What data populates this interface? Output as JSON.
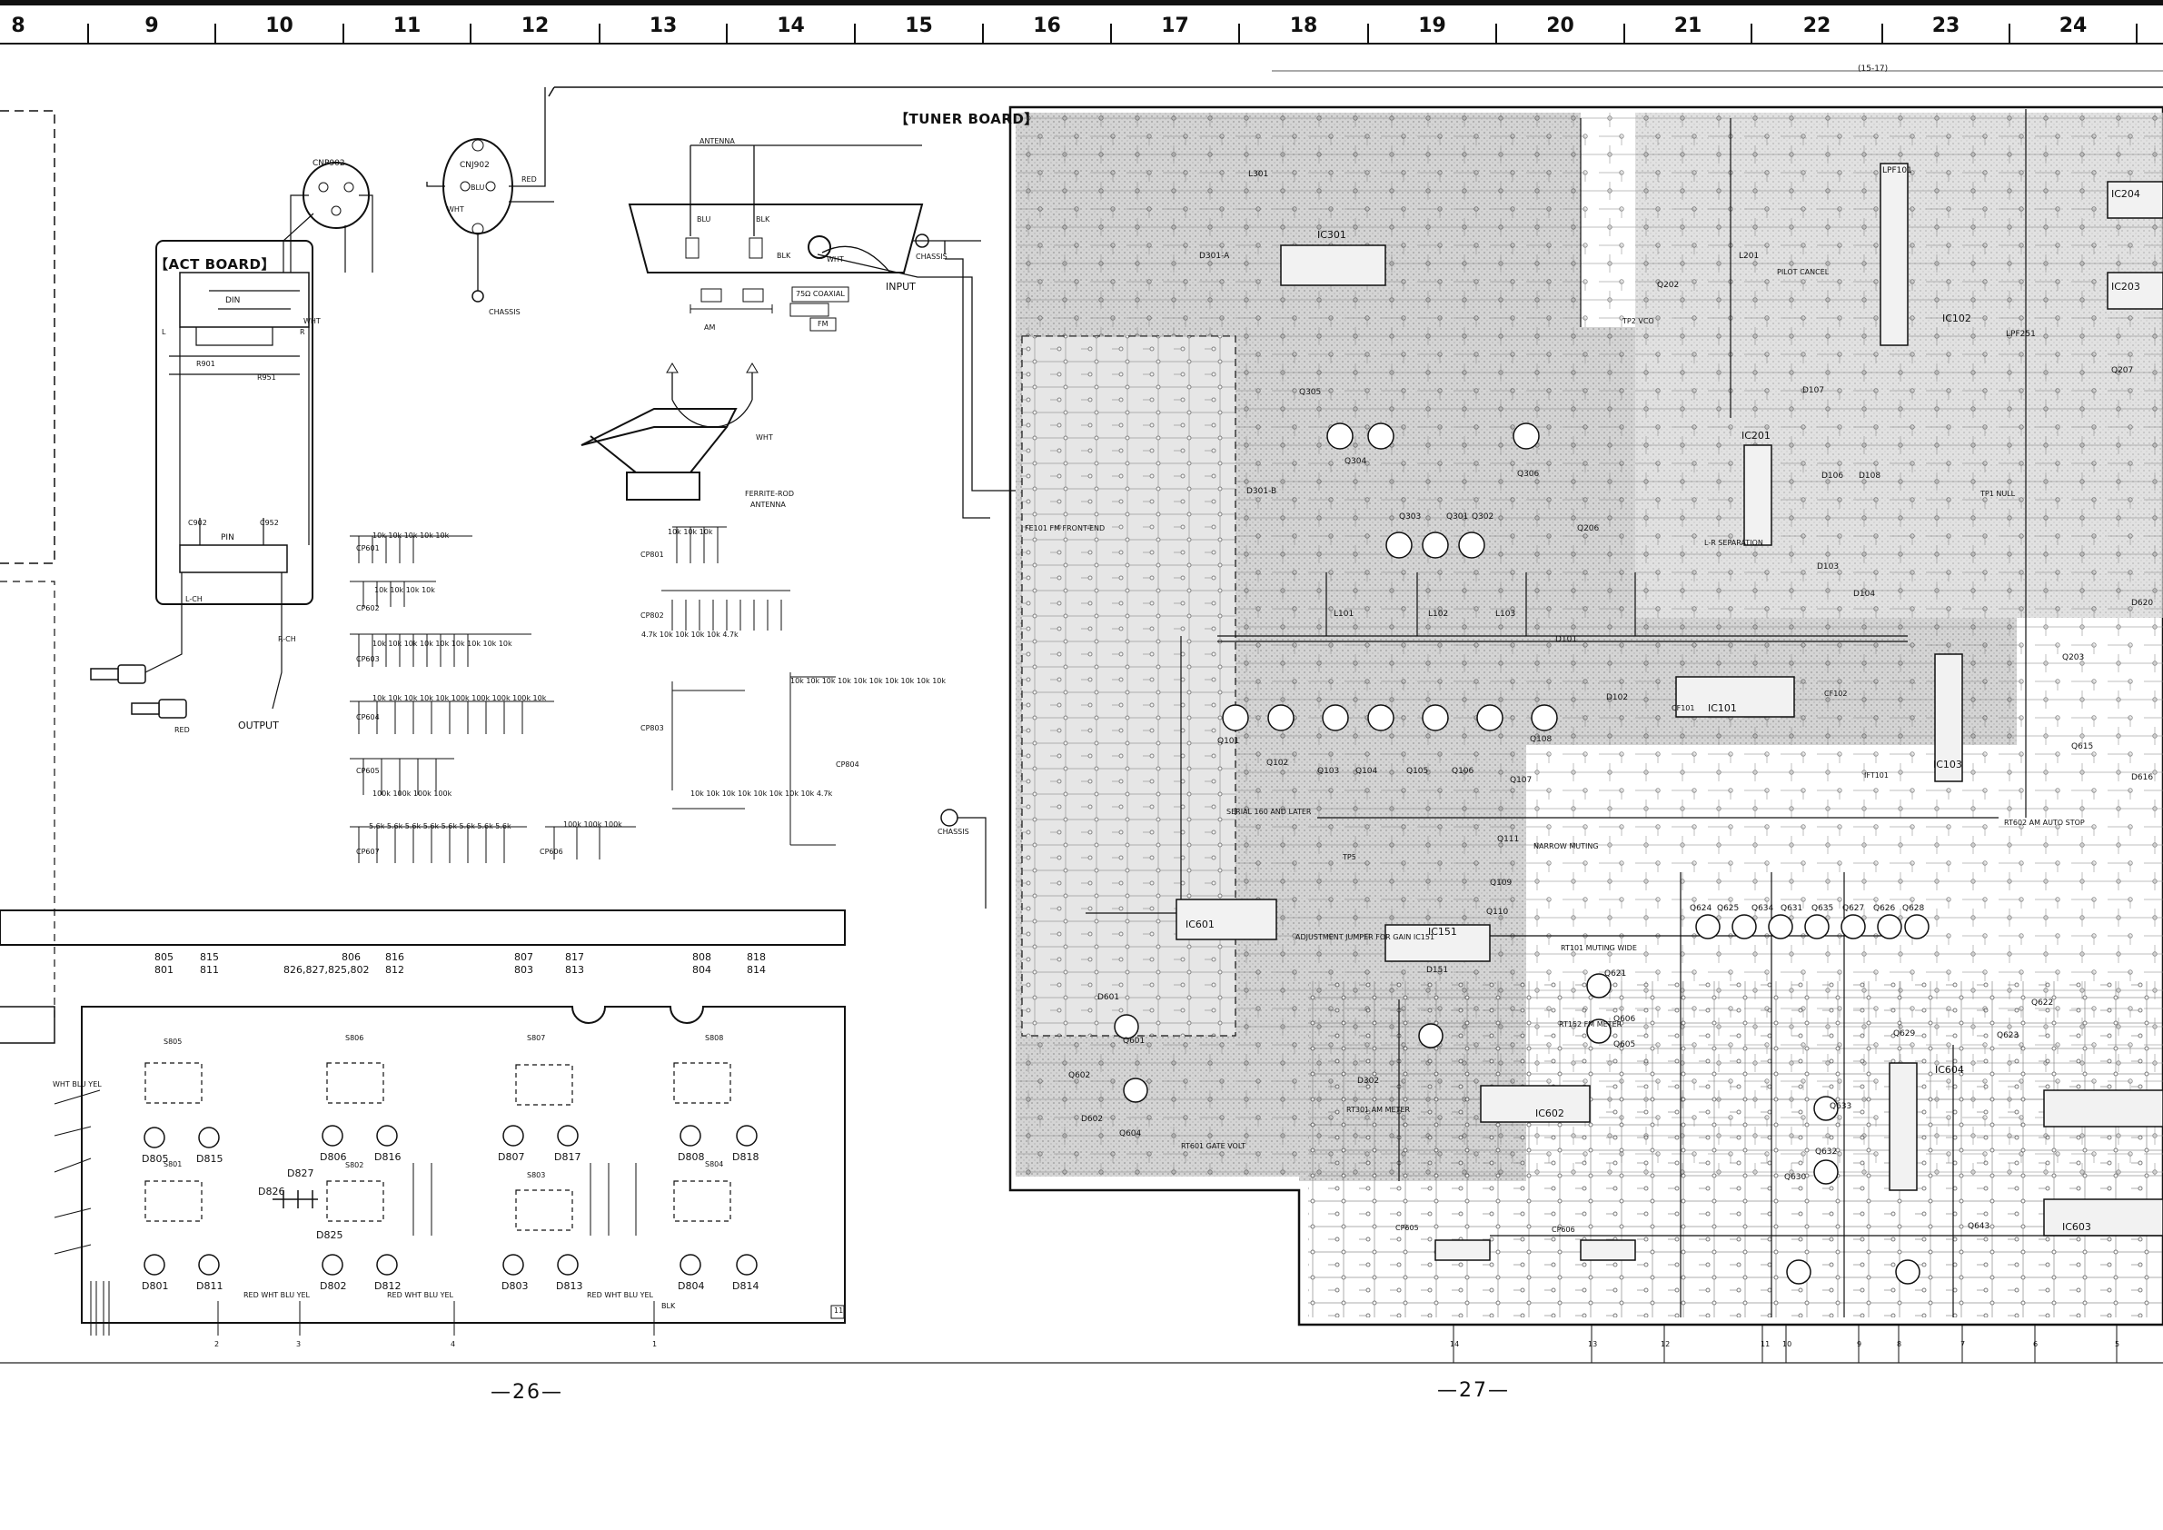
{
  "grid_columns": [
    "8",
    "9",
    "10",
    "11",
    "12",
    "13",
    "14",
    "15",
    "16",
    "17",
    "18",
    "19",
    "20",
    "21",
    "22",
    "23",
    "24"
  ],
  "boards": {
    "act": "【ACT BOARD】",
    "tuner": "【TUNER BOARD】"
  },
  "page_numbers": {
    "left": "—26—",
    "right": "—27—"
  },
  "top_ref": "(15-17)",
  "act_board": {
    "connector_top": "CNP902",
    "din": "DIN",
    "pin": "PIN",
    "r901": "R901",
    "r951": "R951",
    "c902": "C902",
    "c952": "C952",
    "wht": "WHT",
    "l": "L",
    "r": "R",
    "l_ch": "L-CH",
    "r_ch": "R-CH",
    "red": "RED",
    "output": "OUTPUT"
  },
  "cnj902": {
    "name": "CNJ902",
    "blu": "BLU",
    "red": "RED",
    "wht": "WHT",
    "chassis": "CHASSIS"
  },
  "antenna": {
    "title": "ANTENNA",
    "blu": "BLU",
    "blk": "BLK",
    "wht": "WHT",
    "blk2": "BLK",
    "input": "INPUT",
    "coax": "75Ω COAXIAL",
    "am": "AM",
    "fm": "FM",
    "chassis": "CHASSIS",
    "ferrite": "FERRITE-ROD",
    "ferrite2": "ANTENNA",
    "ferrite_wht": "WHT",
    "chassis2": "CHASSIS"
  },
  "cp_arrays": [
    {
      "name": "CP601",
      "values": "10k 10k 10k 10k 10k"
    },
    {
      "name": "CP602",
      "values": "10k 10k 10k 10k"
    },
    {
      "name": "CP603",
      "values": "10k 10k 10k 10k 10k 10k 10k 10k 10k"
    },
    {
      "name": "CP604",
      "values": "10k 10k 10k 10k 10k 100k 100k 100k 100k 10k"
    },
    {
      "name": "CP605",
      "values": "100k 100k 100k 100k"
    },
    {
      "name": "CP607",
      "values": "5.6k 5.6k 5.6k 5.6k 5.6k 5.6k 5.6k 5.6k"
    },
    {
      "name": "CP606",
      "values": "100k 100k 100k"
    },
    {
      "name": "CP801",
      "values": "10k 10k 10k"
    },
    {
      "name": "CP802",
      "values": "4.7k 10k 10k 10k 10k 4.7k"
    },
    {
      "name": "CP803",
      "values": "10k 10k 10k 10k 10k 10k 10k 10k 4.7k"
    },
    {
      "name": "CP804",
      "values": "10k 10k 10k 10k 10k 10k 10k 10k 10k 10k"
    }
  ],
  "switch_table": {
    "row1": [
      "805",
      "815",
      "806",
      "816",
      "807",
      "817",
      "808",
      "818"
    ],
    "row2": [
      "801",
      "811",
      "826,827,825,802",
      "812",
      "803",
      "813",
      "804",
      "814"
    ]
  },
  "led_board": {
    "switches": [
      "S805",
      "S806",
      "S807",
      "S808",
      "S801",
      "S802",
      "S803",
      "S804"
    ],
    "leds": [
      "D805",
      "D815",
      "D806",
      "D816",
      "D807",
      "D817",
      "D808",
      "D818",
      "D801",
      "D811",
      "D802",
      "D812",
      "D803",
      "D813",
      "D804",
      "D814",
      "D826",
      "D827",
      "D825"
    ],
    "wire_labels": [
      "WHT BLU YEL",
      "RED WHT BLU YEL",
      "RED WHT BLU YEL",
      "RED WHT BLU YEL",
      "BLK"
    ],
    "ref": "11"
  },
  "tuner_labels": [
    "FE101 FM FRONT-END",
    "IC301",
    "IC101",
    "IC201",
    "IC102",
    "IC103",
    "IC601",
    "IC151",
    "IC602",
    "IC604",
    "IC603",
    "IC204",
    "IC203",
    "Q305",
    "Q304",
    "Q303",
    "Q301",
    "Q302",
    "Q306",
    "Q206",
    "Q202",
    "Q101",
    "Q102",
    "Q103",
    "Q104",
    "Q105",
    "Q106",
    "Q107",
    "Q108",
    "Q109",
    "Q110",
    "Q111",
    "Q601",
    "Q602",
    "Q604",
    "Q605",
    "Q606",
    "Q621",
    "Q624",
    "Q625",
    "Q634",
    "Q631",
    "Q635",
    "Q627",
    "Q626",
    "Q628",
    "Q629",
    "Q630",
    "Q632",
    "Q633",
    "Q643",
    "Q623",
    "Q622",
    "Q207",
    "Q203",
    "Q615",
    "D301-A",
    "D301-B",
    "D101",
    "D102",
    "D103",
    "D104",
    "D106",
    "D107",
    "D108",
    "D151",
    "D302",
    "D601",
    "D602",
    "D620",
    "D616",
    "L101",
    "L102",
    "L103",
    "L201",
    "L301",
    "LPF101",
    "LPF251",
    "RT301 AM METER",
    "RT601 GATE VOLT",
    "RT152 FM METER",
    "RT101 MUTING WIDE",
    "RT602 AM AUTO STOP",
    "L-R SEPARATION",
    "PILOT CANCEL",
    "SERIAL 160 AND LATER",
    "ADJUSTMENT JUMPER FOR GAIN IC151",
    "NARROW MUTING",
    "TP1 NULL",
    "TP2 VCO",
    "TP5",
    "IFT101",
    "CF101",
    "CF102",
    "CP605",
    "CP606"
  ],
  "bottom_connectors": [
    "14",
    "13",
    "12",
    "11",
    "10",
    "9",
    "8",
    "7",
    "6",
    "5",
    "4",
    "3",
    "2",
    "1"
  ],
  "colors": {
    "ink": "#111111",
    "board_fill": "#d9d9d9",
    "board_dark": "#bdbdbd"
  }
}
